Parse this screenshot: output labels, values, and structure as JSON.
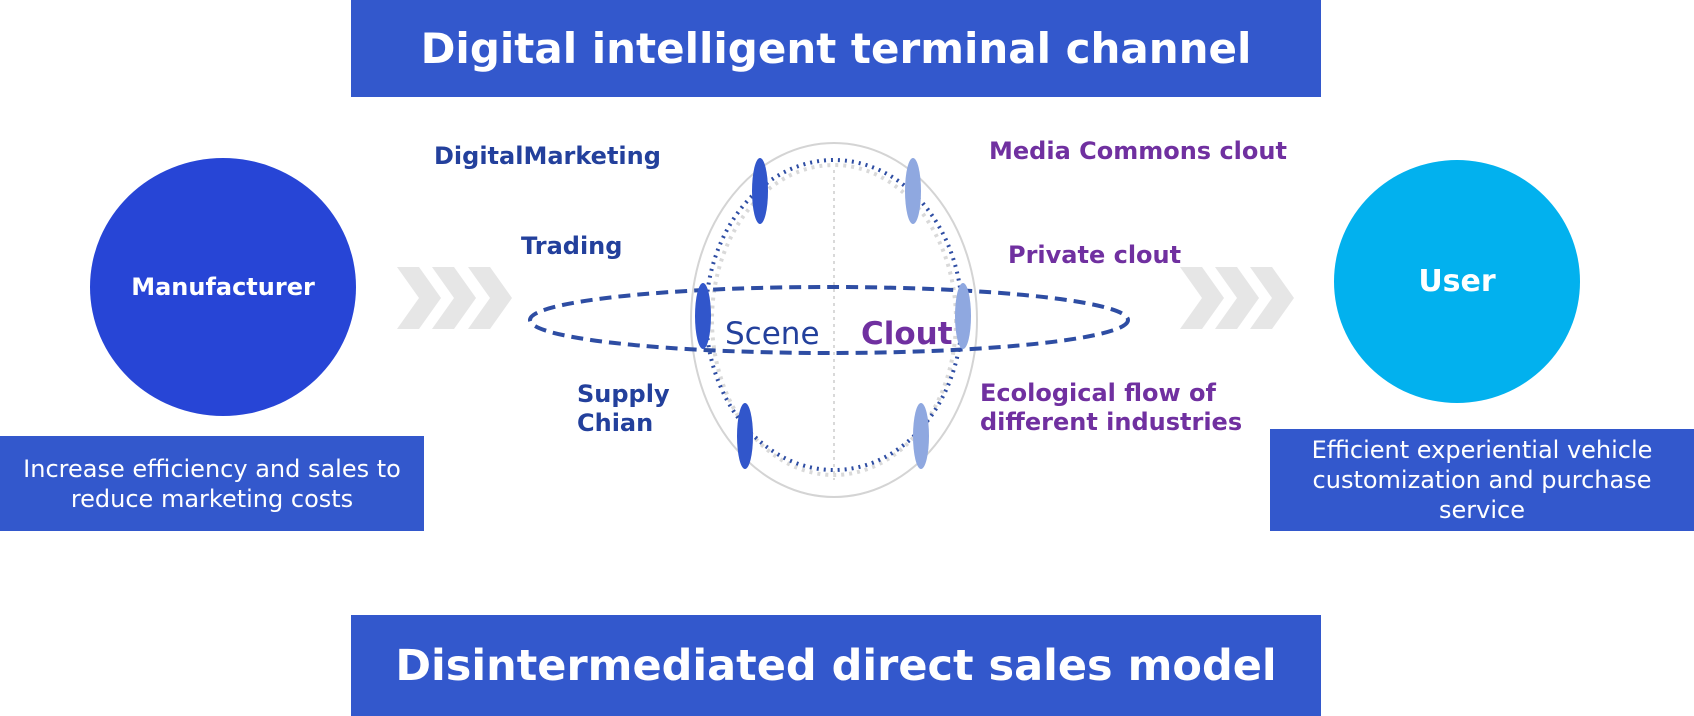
{
  "top_banner": {
    "title": "Digital intelligent terminal channel"
  },
  "bottom_banner": {
    "title": "Disintermediated direct sales model"
  },
  "manufacturer": {
    "label": "Manufacturer",
    "description": "Increase efficiency and sales to\nreduce marketing costs"
  },
  "user": {
    "label": "User",
    "description": "Efficient experiential vehicle\ncustomization and purchase\nservice"
  },
  "left_labels": {
    "digital_marketing": "DigitalMarketing",
    "trading": "Trading",
    "supply_chain": "Supply\nChian"
  },
  "right_labels": {
    "media": "Media Commons clout",
    "private": "Private  clout",
    "ecological": "Ecological flow of\ndifferent industries"
  },
  "center": {
    "scene": "Scene",
    "clout": "Clout"
  },
  "colors": {
    "banner": "#3358cc",
    "manufacturer": "#2745d6",
    "user": "#02b1ee",
    "blue_text": "#23409c",
    "purple_text": "#7030a0",
    "light_node": "#8fa8e0",
    "arrow": "#e6e6e6"
  }
}
